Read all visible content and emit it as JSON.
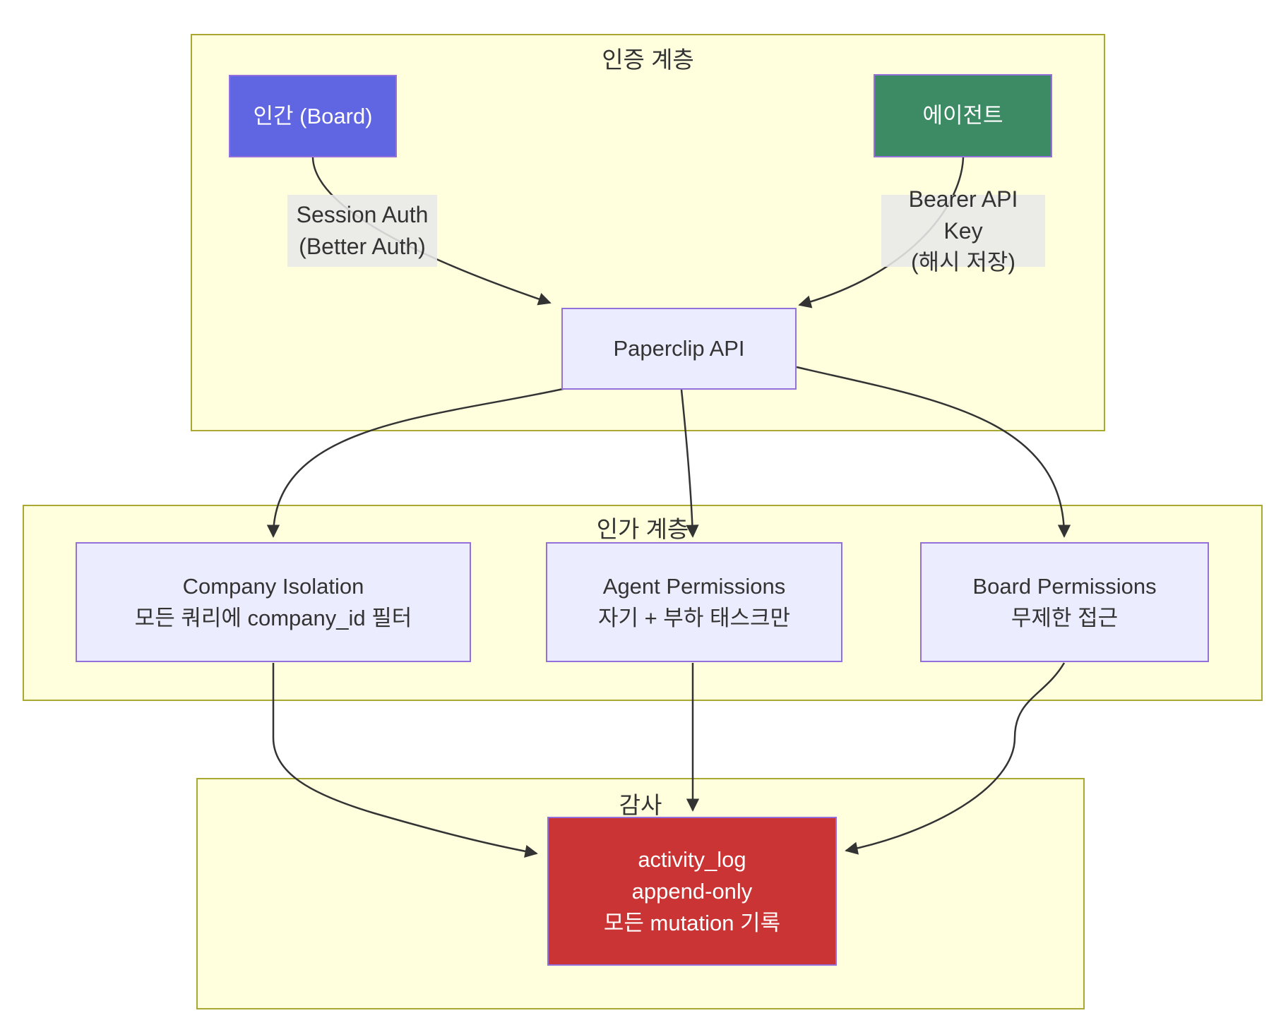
{
  "clusters": {
    "auth": {
      "title": "인증 계층"
    },
    "authz": {
      "title": "인가 계층"
    },
    "audit": {
      "title": "감사"
    }
  },
  "nodes": {
    "human": {
      "label": "인간 (Board)"
    },
    "agent": {
      "label": "에이전트"
    },
    "api": {
      "label": "Paperclip API"
    },
    "company": {
      "line1": "Company Isolation",
      "line2": "모든 쿼리에 company_id 필터"
    },
    "agent_perm": {
      "line1": "Agent Permissions",
      "line2": "자기 + 부하 태스크만"
    },
    "board_perm": {
      "line1": "Board Permissions",
      "line2": "무제한 접근"
    },
    "activity": {
      "line1": "activity_log",
      "line2": "append-only",
      "line3": "모든 mutation 기록"
    }
  },
  "edge_labels": {
    "session": {
      "line1": "Session Auth",
      "line2": "(Better Auth)"
    },
    "bearer": {
      "line1": "Bearer API Key",
      "line2": "(해시 저장)"
    }
  },
  "colors": {
    "cluster_fill": "#ffffde",
    "cluster_stroke": "#a8a832",
    "node_fill": "#ececff",
    "node_stroke": "#9370db",
    "human_fill": "#6065e1",
    "agent_fill": "#3d8b64",
    "audit_fill": "#cb3434",
    "edge_color": "#333333",
    "text_dark": "#333333",
    "text_light": "#ffffff"
  }
}
